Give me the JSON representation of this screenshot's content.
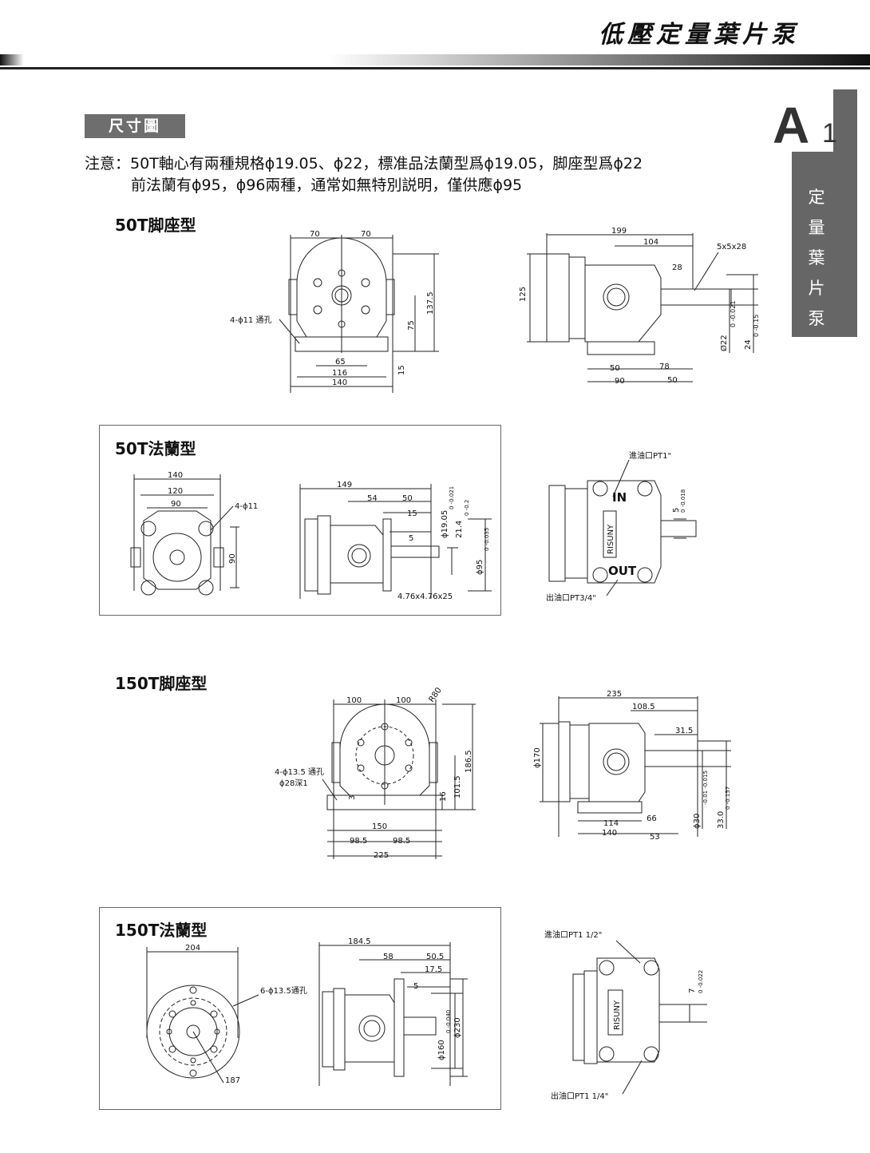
{
  "header": {
    "title": "低壓定量葉片泵"
  },
  "section_tag": "尺寸圖",
  "side_tab": {
    "letter": "A",
    "number": "1",
    "text": [
      "定",
      "量",
      "葉",
      "片",
      "泵"
    ]
  },
  "note": {
    "line1": "注意：50T軸心有兩種規格ϕ19.05、ϕ22，標准品法蘭型爲ϕ19.05，脚座型爲ϕ22",
    "line2": "前法蘭有ϕ95，ϕ96兩種，通常如無特別説明，僅供應ϕ95"
  },
  "sections": {
    "s50_foot": {
      "title": "50T脚座型",
      "front_dims": {
        "d1": "70",
        "d2": "70",
        "hole": "4-ϕ11 通孔",
        "h1": "137.5",
        "h2": "75",
        "h3": "15",
        "w1": "65",
        "w2": "116",
        "w3": "140"
      },
      "side_dims": {
        "l1": "199",
        "l2": "104",
        "l3": "28",
        "key": "5x5x28",
        "h": "125",
        "shaft": "Ø22",
        "shaft_tol": "0 -0.021",
        "key_h": "24",
        "key_tol": "0 -0.15",
        "b1": "50",
        "b2": "78",
        "b3": "90",
        "b4": "50"
      }
    },
    "s50_flange": {
      "title": "50T法蘭型",
      "front_dims": {
        "w1": "140",
        "w2": "120",
        "w3": "90",
        "hole": "4-ϕ11",
        "h": "90"
      },
      "side_dims": {
        "l1": "149",
        "l2": "54",
        "l3": "50",
        "l4": "15",
        "l5": "5",
        "shaft": "ϕ19.05",
        "shaft_tol": "0 -0.021",
        "key_h": "21.4",
        "key_tol": "0 -0.2",
        "pilot": "ϕ95",
        "pilot_tol": "0 -0.035",
        "key": "4.76x4.76x25"
      },
      "rear_dims": {
        "inlet": "進油口PT1\"",
        "outlet": "出油口PT3/4\"",
        "key_w": "5",
        "key_w_tol": "0 -0.018",
        "in_label": "IN",
        "out_label": "OUT",
        "brand": "RISUNY"
      }
    },
    "s150_foot": {
      "title": "150T脚座型",
      "front_dims": {
        "d1": "100",
        "d2": "100",
        "r": "R80",
        "hole1": "4-ϕ13.5 通孔",
        "hole2": "ϕ28深1",
        "h1": "186.5",
        "h2": "101.5",
        "h3": "16",
        "h4": "3",
        "w1": "150",
        "w2": "98.5",
        "w3": "98.5",
        "w4": "225"
      },
      "side_dims": {
        "l1": "235",
        "l2": "108.5",
        "l3": "31.5",
        "h": "ϕ170",
        "shaft": "ϕ30",
        "shaft_tol": "-0.01 -0.015",
        "key_h": "33.0",
        "key_tol": "0 -0.157",
        "b1": "114",
        "b2": "66",
        "b3": "140",
        "b4": "53"
      }
    },
    "s150_flange": {
      "title": "150T法蘭型",
      "front_dims": {
        "w": "204",
        "hole": "6-ϕ13.5通孔",
        "pcd": "187"
      },
      "side_dims": {
        "l1": "184.5",
        "l2": "58",
        "l3": "50.5",
        "l4": "17.5",
        "l5": "5",
        "pilot": "ϕ160",
        "pilot_tol": "0 -0.040",
        "outer": "ϕ230"
      },
      "rear_dims": {
        "inlet": "進油口PT1 1/2\"",
        "outlet": "出油口PT1 1/4\"",
        "key_w": "7",
        "key_w_tol": "0 -0.022",
        "brand": "RISUNY"
      }
    }
  }
}
